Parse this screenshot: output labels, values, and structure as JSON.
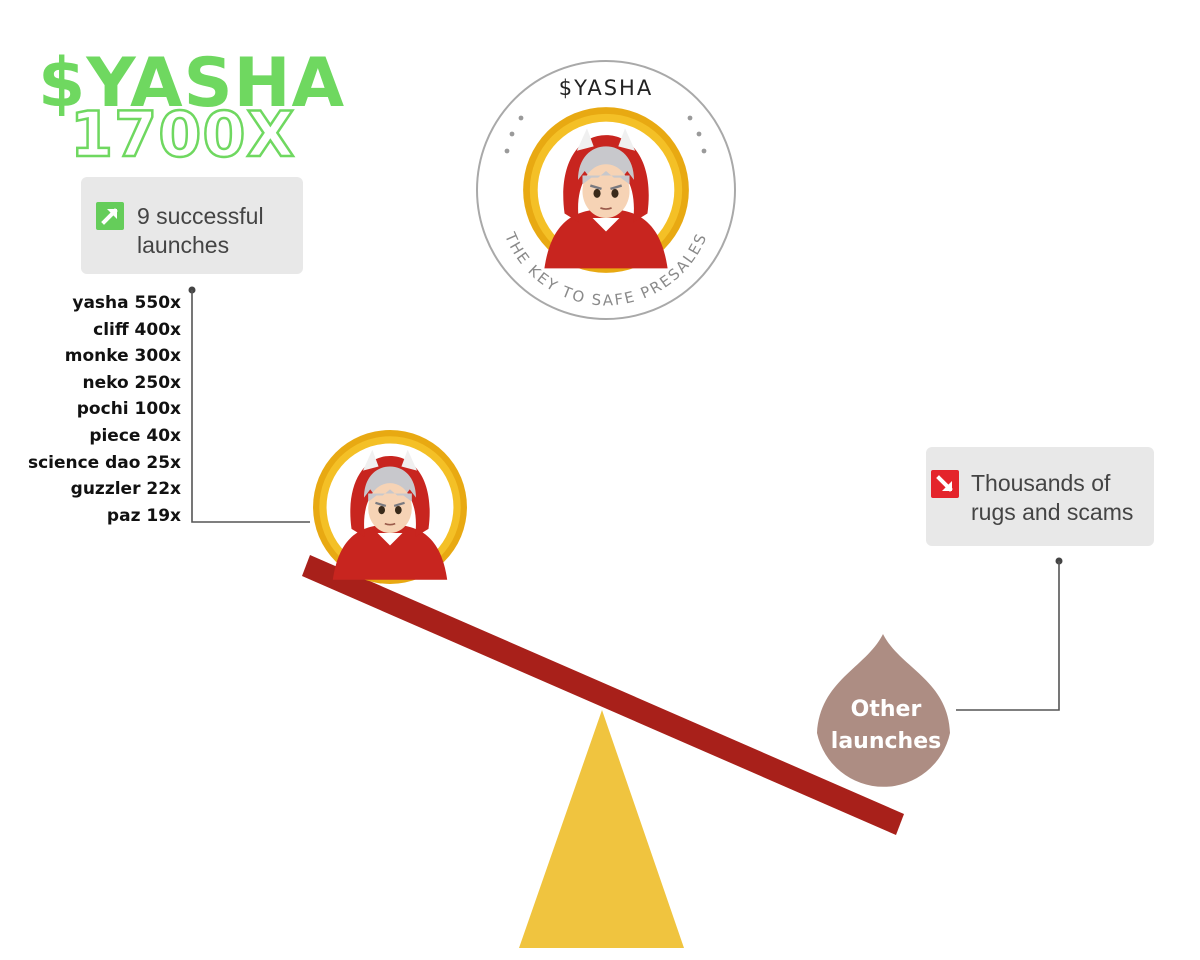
{
  "header": {
    "title": "$YASHA",
    "multiplier": "1700X"
  },
  "logo": {
    "ticker": "$YASHA",
    "tagline": "THE KEY TO SAFE PRESALES"
  },
  "success_card": {
    "icon": "arrow-up-right-icon",
    "text": "9 successful launches",
    "color": "#65cd5a"
  },
  "launches": [
    "yasha 550x",
    "cliff 400x",
    "monke 300x",
    "neko 250x",
    "pochi 100x",
    "piece 40x",
    "science dao 25x",
    "guzzler 22x",
    "paz 19x"
  ],
  "fail_card": {
    "icon": "arrow-down-right-icon",
    "text": "Thousands of rugs and scams",
    "color": "#e4242b"
  },
  "seesaw": {
    "drop_label": "Other launches",
    "beam_color": "#a8201a",
    "fulcrum_color": "#f0c43f",
    "drop_color": "#ad8d83"
  },
  "colors": {
    "accent": "#6fd860",
    "coin_gold": "#e8a912"
  }
}
